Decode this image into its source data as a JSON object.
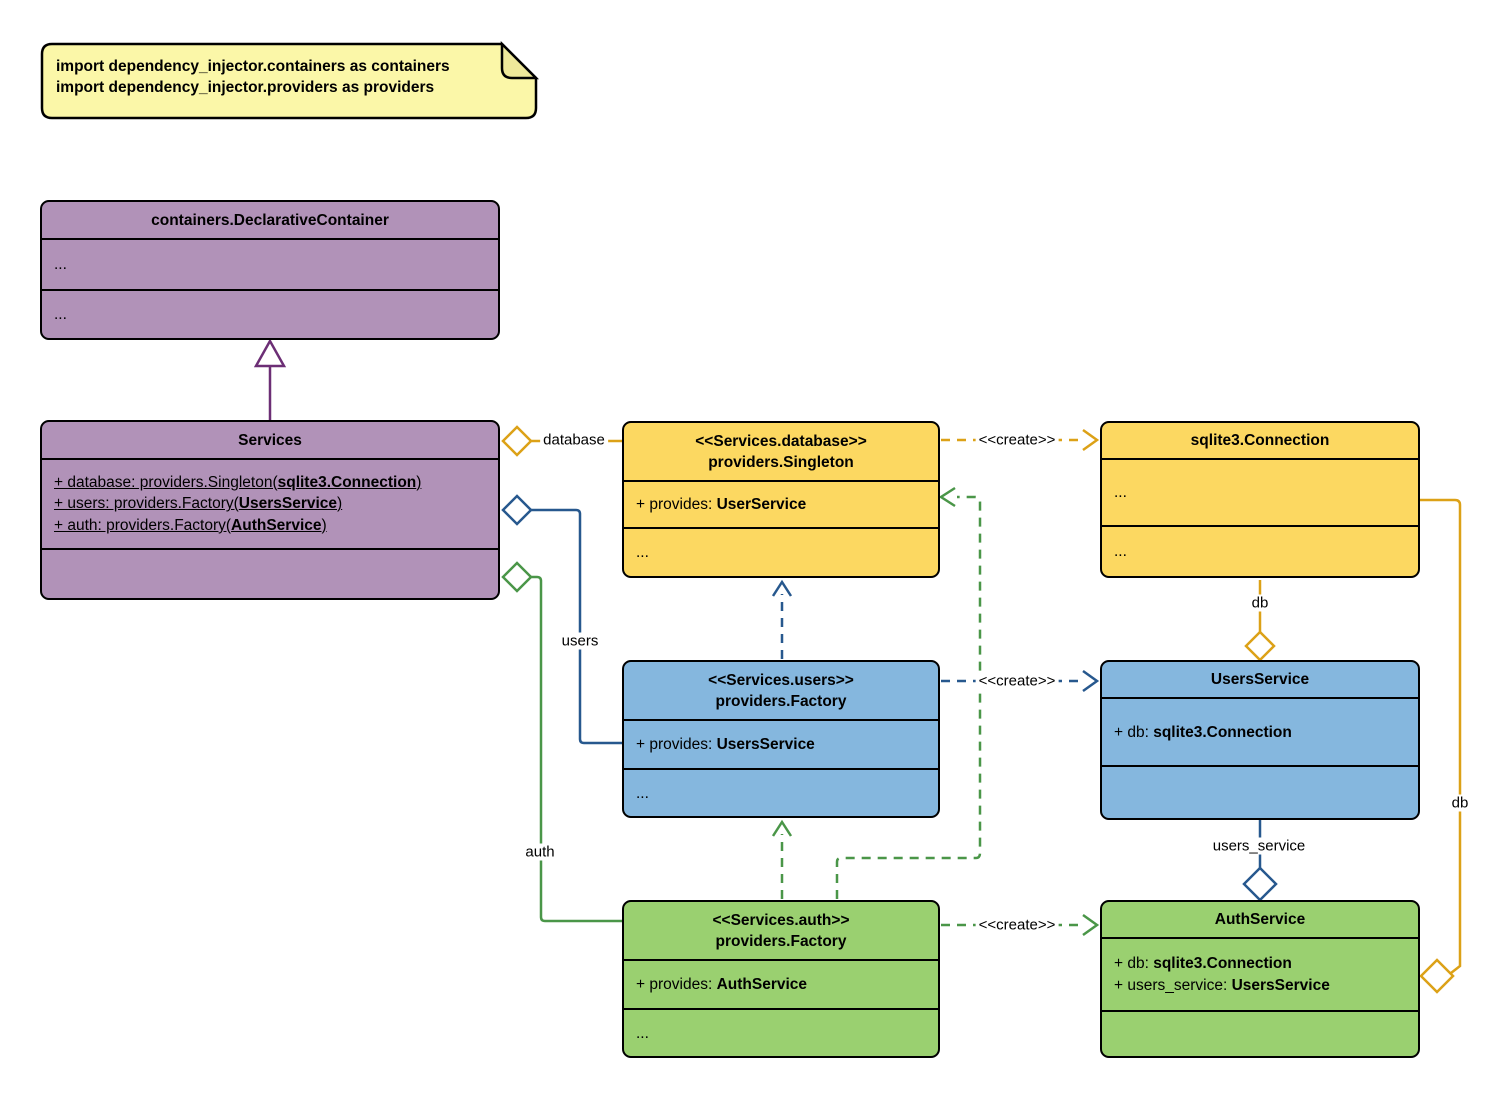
{
  "note": {
    "lines": [
      "import dependency_injector.containers as containers",
      "import dependency_injector.providers as providers"
    ]
  },
  "classes": {
    "declarative_container": {
      "title": "containers.DeclarativeContainer",
      "sections": [
        "...",
        "..."
      ]
    },
    "services": {
      "title": "Services",
      "attributes": [
        {
          "prefix": "+ database: providers.Singleton(",
          "bold": "sqlite3.Connection",
          "suffix": ")"
        },
        {
          "prefix": "+ users: providers.Factory(",
          "bold": "UsersService",
          "suffix": ")"
        },
        {
          "prefix": "+ auth: providers.Factory(",
          "bold": "AuthService",
          "suffix": ")"
        }
      ]
    },
    "singleton_database": {
      "stereotype": "<<Services.database>>",
      "title": "providers.Singleton",
      "attribute": {
        "prefix": "+ provides: ",
        "bold": "UserService"
      },
      "ellipsis": "..."
    },
    "sqlite_connection": {
      "title": "sqlite3.Connection",
      "sections": [
        "...",
        "..."
      ]
    },
    "factory_users": {
      "stereotype": "<<Services.users>>",
      "title": "providers.Factory",
      "attribute": {
        "prefix": "+ provides: ",
        "bold": "UsersService"
      },
      "ellipsis": "..."
    },
    "users_service": {
      "title": "UsersService",
      "attribute": {
        "prefix": "+ db: ",
        "bold": "sqlite3.Connection"
      }
    },
    "factory_auth": {
      "stereotype": "<<Services.auth>>",
      "title": "providers.Factory",
      "attribute": {
        "prefix": "+ provides: ",
        "bold": "AuthService"
      },
      "ellipsis": "..."
    },
    "auth_service": {
      "title": "AuthService",
      "attributes": [
        {
          "prefix": "+ db: ",
          "bold": "sqlite3.Connection"
        },
        {
          "prefix": "+ users_service: ",
          "bold": "UsersService"
        }
      ]
    }
  },
  "edge_labels": {
    "database": "database",
    "users": "users",
    "auth": "auth",
    "create": "<<create>>",
    "db_top": "db",
    "db_right": "db",
    "users_service": "users_service"
  },
  "colors": {
    "purple_fill": "#b192b8",
    "purple_line": "#6c2e75",
    "yellow_fill": "#fcd861",
    "yellow_line": "#dca117",
    "blue_fill": "#85b7de",
    "blue_line": "#27588e",
    "green_fill": "#9ad070",
    "green_line": "#4a9648",
    "note_fill": "#fbf7a8"
  }
}
